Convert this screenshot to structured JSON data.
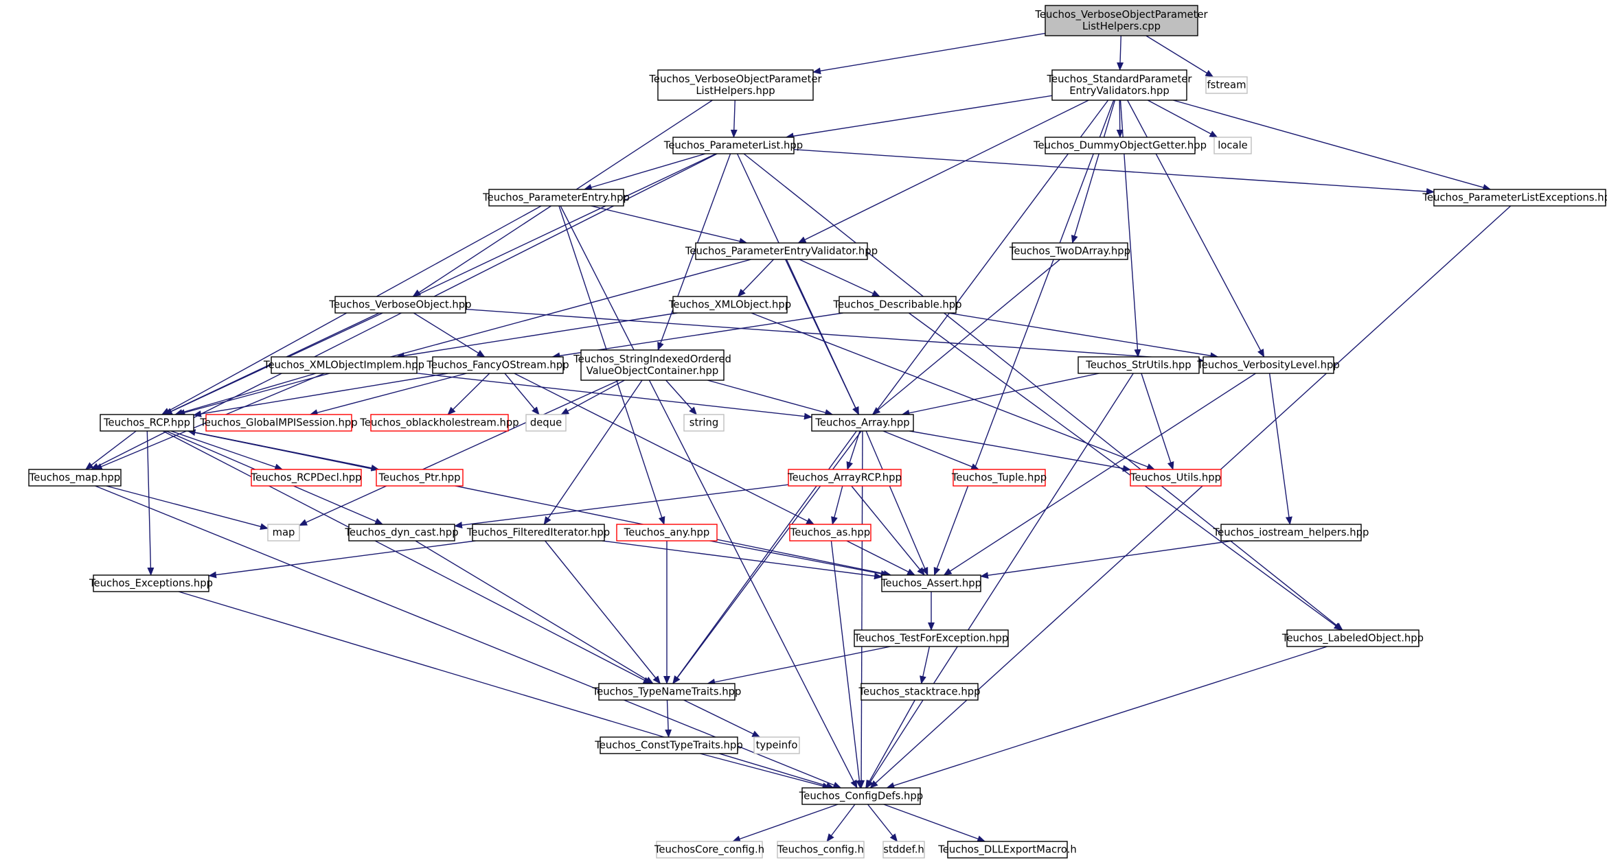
{
  "colors": {
    "edge": "#191970",
    "box_border": "#000000",
    "box_fill": "#ffffff",
    "root_fill": "#bfbfbf",
    "external_border": "#bfbfbf",
    "incomplete_border": "#ff0000"
  },
  "nodes": [
    {
      "id": "root",
      "style": "root",
      "lines": [
        "Teuchos_VerboseObjectParameter",
        "ListHelpers.cpp"
      ]
    },
    {
      "id": "vophpp",
      "style": "normal",
      "lines": [
        "Teuchos_VerboseObjectParameter",
        "ListHelpers.hpp"
      ]
    },
    {
      "id": "spev",
      "style": "normal",
      "lines": [
        "Teuchos_StandardParameter",
        "EntryValidators.hpp"
      ]
    },
    {
      "id": "fstream",
      "style": "external",
      "lines": [
        "fstream"
      ]
    },
    {
      "id": "plist",
      "style": "normal",
      "lines": [
        "Teuchos_ParameterList.hpp"
      ]
    },
    {
      "id": "dummy",
      "style": "normal",
      "lines": [
        "Teuchos_DummyObjectGetter.hpp"
      ]
    },
    {
      "id": "locale",
      "style": "external",
      "lines": [
        "locale"
      ]
    },
    {
      "id": "plexc",
      "style": "normal",
      "lines": [
        "Teuchos_ParameterListExceptions.hpp"
      ]
    },
    {
      "id": "pentry",
      "style": "normal",
      "lines": [
        "Teuchos_ParameterEntry.hpp"
      ]
    },
    {
      "id": "pev",
      "style": "normal",
      "lines": [
        "Teuchos_ParameterEntryValidator.hpp"
      ]
    },
    {
      "id": "twod",
      "style": "normal",
      "lines": [
        "Teuchos_TwoDArray.hpp"
      ]
    },
    {
      "id": "vobj",
      "style": "normal",
      "lines": [
        "Teuchos_VerboseObject.hpp"
      ]
    },
    {
      "id": "xmlobj",
      "style": "normal",
      "lines": [
        "Teuchos_XMLObject.hpp"
      ]
    },
    {
      "id": "descr",
      "style": "normal",
      "lines": [
        "Teuchos_Describable.hpp"
      ]
    },
    {
      "id": "sioc",
      "style": "normal",
      "lines": [
        "Teuchos_StringIndexedOrdered",
        "ValueObjectContainer.hpp"
      ]
    },
    {
      "id": "xmlimpl",
      "style": "normal",
      "lines": [
        "Teuchos_XMLObjectImplem.hpp"
      ]
    },
    {
      "id": "fancy",
      "style": "normal",
      "lines": [
        "Teuchos_FancyOStream.hpp"
      ]
    },
    {
      "id": "strutils",
      "style": "normal",
      "lines": [
        "Teuchos_StrUtils.hpp"
      ]
    },
    {
      "id": "verblevel",
      "style": "normal",
      "lines": [
        "Teuchos_VerbosityLevel.hpp"
      ]
    },
    {
      "id": "rcp",
      "style": "normal",
      "lines": [
        "Teuchos_RCP.hpp"
      ]
    },
    {
      "id": "gmpi",
      "style": "incomplete",
      "lines": [
        "Teuchos_GlobalMPISession.hpp"
      ]
    },
    {
      "id": "oblack",
      "style": "incomplete",
      "lines": [
        "Teuchos_oblackholestream.hpp"
      ]
    },
    {
      "id": "deque",
      "style": "external",
      "lines": [
        "deque"
      ]
    },
    {
      "id": "string",
      "style": "external",
      "lines": [
        "string"
      ]
    },
    {
      "id": "array",
      "style": "normal",
      "lines": [
        "Teuchos_Array.hpp"
      ]
    },
    {
      "id": "map",
      "style": "normal",
      "lines": [
        "Teuchos_map.hpp"
      ]
    },
    {
      "id": "rcpdecl",
      "style": "incomplete",
      "lines": [
        "Teuchos_RCPDecl.hpp"
      ]
    },
    {
      "id": "ptr",
      "style": "incomplete",
      "lines": [
        "Teuchos_Ptr.hpp"
      ]
    },
    {
      "id": "arcp",
      "style": "incomplete",
      "lines": [
        "Teuchos_ArrayRCP.hpp"
      ]
    },
    {
      "id": "tuple",
      "style": "incomplete",
      "lines": [
        "Teuchos_Tuple.hpp"
      ]
    },
    {
      "id": "utils",
      "style": "incomplete",
      "lines": [
        "Teuchos_Utils.hpp"
      ]
    },
    {
      "id": "mapstd",
      "style": "external",
      "lines": [
        "map"
      ]
    },
    {
      "id": "dyncast",
      "style": "normal",
      "lines": [
        "Teuchos_dyn_cast.hpp"
      ]
    },
    {
      "id": "filt",
      "style": "normal",
      "lines": [
        "Teuchos_FilteredIterator.hpp"
      ]
    },
    {
      "id": "any",
      "style": "incomplete",
      "lines": [
        "Teuchos_any.hpp"
      ]
    },
    {
      "id": "as",
      "style": "incomplete",
      "lines": [
        "Teuchos_as.hpp"
      ]
    },
    {
      "id": "iohelp",
      "style": "normal",
      "lines": [
        "Teuchos_iostream_helpers.hpp"
      ]
    },
    {
      "id": "exc",
      "style": "normal",
      "lines": [
        "Teuchos_Exceptions.hpp"
      ]
    },
    {
      "id": "assert",
      "style": "normal",
      "lines": [
        "Teuchos_Assert.hpp"
      ]
    },
    {
      "id": "tfe",
      "style": "normal",
      "lines": [
        "Teuchos_TestForException.hpp"
      ]
    },
    {
      "id": "labeled",
      "style": "normal",
      "lines": [
        "Teuchos_LabeledObject.hpp"
      ]
    },
    {
      "id": "tnt",
      "style": "normal",
      "lines": [
        "Teuchos_TypeNameTraits.hpp"
      ]
    },
    {
      "id": "stack",
      "style": "normal",
      "lines": [
        "Teuchos_stacktrace.hpp"
      ]
    },
    {
      "id": "ctt",
      "style": "normal",
      "lines": [
        "Teuchos_ConstTypeTraits.hpp"
      ]
    },
    {
      "id": "typeinfo",
      "style": "external",
      "lines": [
        "typeinfo"
      ]
    },
    {
      "id": "config",
      "style": "normal",
      "lines": [
        "Teuchos_ConfigDefs.hpp"
      ]
    },
    {
      "id": "tcconf",
      "style": "external",
      "lines": [
        "TeuchosCore_config.h"
      ]
    },
    {
      "id": "tconf",
      "style": "external",
      "lines": [
        "Teuchos_config.h"
      ]
    },
    {
      "id": "stddef",
      "style": "external",
      "lines": [
        "stddef.h"
      ]
    },
    {
      "id": "dll",
      "style": "normal",
      "lines": [
        "Teuchos_DLLExportMacro.h"
      ]
    }
  ],
  "edges": [
    [
      "root",
      "vophpp"
    ],
    [
      "root",
      "spev"
    ],
    [
      "root",
      "fstream"
    ],
    [
      "vophpp",
      "plist"
    ],
    [
      "vophpp",
      "vobj"
    ],
    [
      "spev",
      "plist"
    ],
    [
      "spev",
      "dummy"
    ],
    [
      "spev",
      "locale"
    ],
    [
      "spev",
      "plexc"
    ],
    [
      "spev",
      "pev"
    ],
    [
      "spev",
      "twod"
    ],
    [
      "spev",
      "strutils"
    ],
    [
      "spev",
      "verblevel"
    ],
    [
      "spev",
      "tnt"
    ],
    [
      "spev",
      "assert"
    ],
    [
      "plist",
      "pentry"
    ],
    [
      "plist",
      "plexc"
    ],
    [
      "plist",
      "sioc"
    ],
    [
      "plist",
      "array"
    ],
    [
      "plist",
      "rcp"
    ],
    [
      "plist",
      "map"
    ],
    [
      "plist",
      "labeled"
    ],
    [
      "pentry",
      "pev"
    ],
    [
      "pentry",
      "rcp"
    ],
    [
      "pentry",
      "any"
    ],
    [
      "pentry",
      "config"
    ],
    [
      "pev",
      "xmlobj"
    ],
    [
      "pev",
      "descr"
    ],
    [
      "pev",
      "rcp"
    ],
    [
      "pev",
      "array"
    ],
    [
      "twod",
      "array"
    ],
    [
      "vobj",
      "fancy"
    ],
    [
      "vobj",
      "verblevel"
    ],
    [
      "vobj",
      "rcp"
    ],
    [
      "xmlobj",
      "xmlimpl"
    ],
    [
      "xmlobj",
      "utils"
    ],
    [
      "descr",
      "fancy"
    ],
    [
      "descr",
      "verblevel"
    ],
    [
      "descr",
      "labeled"
    ],
    [
      "sioc",
      "array"
    ],
    [
      "sioc",
      "string"
    ],
    [
      "sioc",
      "deque"
    ],
    [
      "sioc",
      "mapstd"
    ],
    [
      "sioc",
      "filt"
    ],
    [
      "xmlimpl",
      "rcp"
    ],
    [
      "xmlimpl",
      "array"
    ],
    [
      "xmlimpl",
      "map"
    ],
    [
      "fancy",
      "rcp"
    ],
    [
      "fancy",
      "gmpi"
    ],
    [
      "fancy",
      "oblack"
    ],
    [
      "fancy",
      "deque"
    ],
    [
      "fancy",
      "as"
    ],
    [
      "strutils",
      "array"
    ],
    [
      "strutils",
      "utils"
    ],
    [
      "strutils",
      "config"
    ],
    [
      "verblevel",
      "iohelp"
    ],
    [
      "verblevel",
      "assert"
    ],
    [
      "rcp",
      "rcpdecl"
    ],
    [
      "rcp",
      "ptr"
    ],
    [
      "rcp",
      "map"
    ],
    [
      "rcp",
      "exc"
    ],
    [
      "rcp",
      "dyncast"
    ],
    [
      "rcp",
      "tnt"
    ],
    [
      "rcp",
      "assert"
    ],
    [
      "ptr",
      "rcp"
    ],
    [
      "array",
      "arcp"
    ],
    [
      "array",
      "tuple"
    ],
    [
      "array",
      "utils"
    ],
    [
      "array",
      "tnt"
    ],
    [
      "array",
      "assert"
    ],
    [
      "array",
      "config"
    ],
    [
      "arcp",
      "as"
    ],
    [
      "arcp",
      "dyncast"
    ],
    [
      "arcp",
      "assert"
    ],
    [
      "map",
      "mapstd"
    ],
    [
      "map",
      "config"
    ],
    [
      "dyncast",
      "tnt"
    ],
    [
      "filt",
      "tnt"
    ],
    [
      "filt",
      "exc"
    ],
    [
      "filt",
      "assert"
    ],
    [
      "any",
      "tnt"
    ],
    [
      "any",
      "assert"
    ],
    [
      "as",
      "assert"
    ],
    [
      "as",
      "config"
    ],
    [
      "iohelp",
      "assert"
    ],
    [
      "exc",
      "config"
    ],
    [
      "assert",
      "tfe"
    ],
    [
      "tfe",
      "tnt"
    ],
    [
      "tfe",
      "stack"
    ],
    [
      "labeled",
      "config"
    ],
    [
      "tnt",
      "ctt"
    ],
    [
      "tnt",
      "typeinfo"
    ],
    [
      "stack",
      "config"
    ],
    [
      "ctt",
      "config"
    ],
    [
      "plexc",
      "config"
    ],
    [
      "config",
      "tcconf"
    ],
    [
      "config",
      "tconf"
    ],
    [
      "config",
      "stddef"
    ],
    [
      "config",
      "dll"
    ]
  ]
}
